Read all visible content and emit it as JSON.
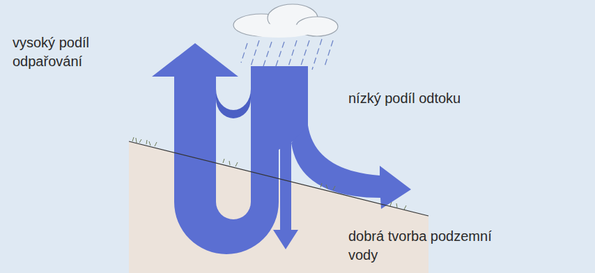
{
  "diagram": {
    "labels": [
      "vysoký podíl odpařování",
      "nízký podíl odtoku",
      "dobrá tvorba podzemní vody"
    ]
  }
}
